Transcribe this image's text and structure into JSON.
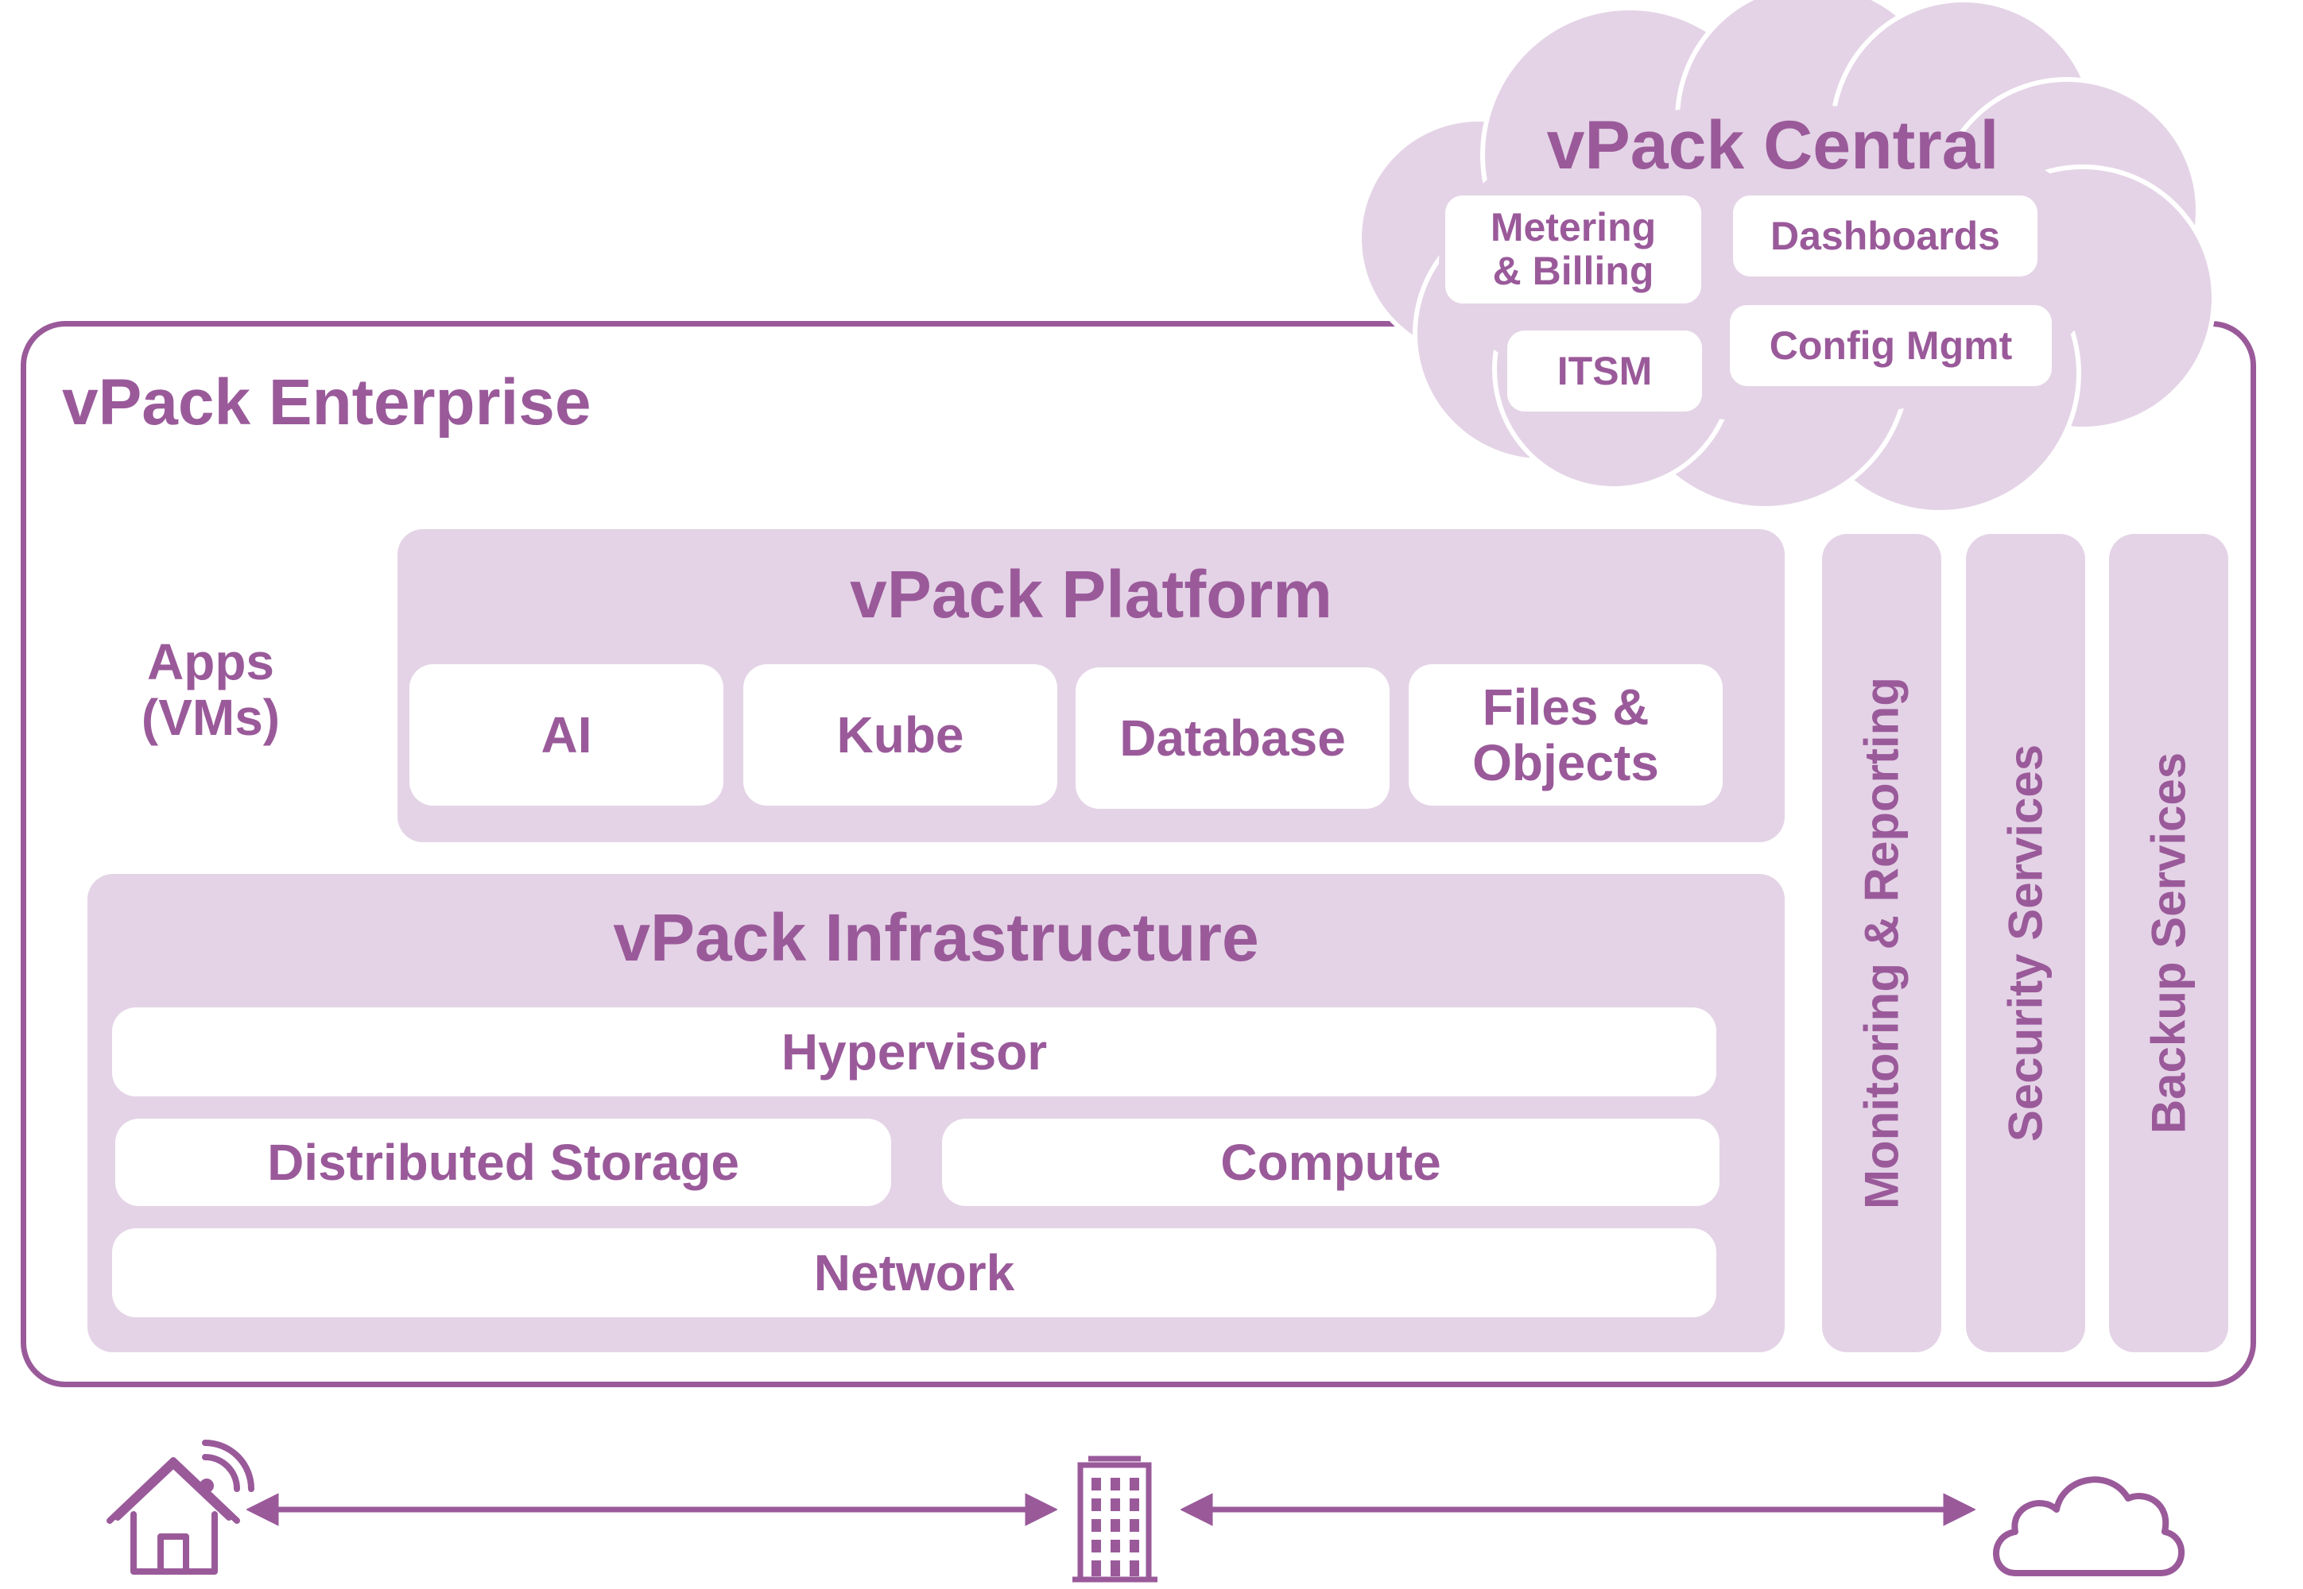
{
  "enterprise": {
    "title": "vPack Enterprise",
    "apps_line1": "Apps",
    "apps_line2": "(VMs)"
  },
  "central": {
    "title": "vPack Central",
    "items": [
      {
        "line1": "Metering",
        "line2": "& Billing"
      },
      {
        "line1": "Dashboards"
      },
      {
        "line1": "ITSM"
      },
      {
        "line1": "Config Mgmt"
      }
    ]
  },
  "platform": {
    "title": "vPack Platform",
    "items": [
      {
        "line1": "AI"
      },
      {
        "line1": "Kube"
      },
      {
        "line1": "Database"
      },
      {
        "line1": "Files &",
        "line2": "Objects"
      }
    ]
  },
  "infrastructure": {
    "title": "vPack Infrastructure",
    "hypervisor": "Hypervisor",
    "storage": "Distributed Storage",
    "compute": "Compute",
    "network": "Network"
  },
  "side_columns": [
    "Monitoring & Reporting",
    "Security Services",
    "Backup Services"
  ],
  "icons": [
    "home-wifi-icon",
    "office-building-icon",
    "cloud-icon"
  ],
  "colors": {
    "accent": "#9a5a9a",
    "fill": "#e4d3e6",
    "card": "#ffffff"
  }
}
